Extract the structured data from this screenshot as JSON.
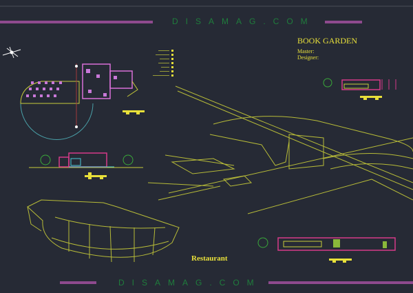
{
  "watermark": {
    "top": "DISAMAG.COM",
    "bottom": "DISAMAG.COM"
  },
  "title_block": {
    "project": "BOOK GARDEN",
    "master_label": "Master:",
    "designer_label": "Designer:"
  },
  "caption": "Restaurant",
  "colors": {
    "background": "#262a35",
    "linework": "#c8cc3a",
    "walls": "#d63a8a",
    "accent_bar": "#8e4a8e",
    "watermark": "#1f7d3c",
    "text": "#e8e03a"
  }
}
